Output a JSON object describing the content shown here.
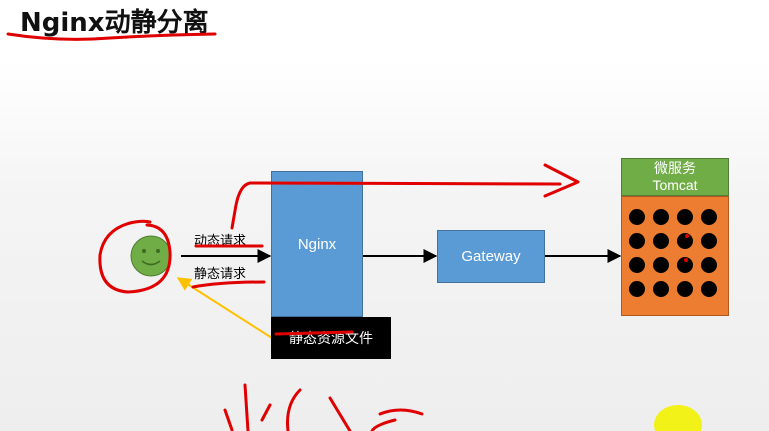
{
  "title": "Nginx动静分离",
  "labels": {
    "dynamic_request": "动态请求",
    "static_request": "静态请求"
  },
  "nodes": {
    "nginx": "Nginx",
    "gateway": "Gateway",
    "static_files": "静态资源文件",
    "microservice_title": "微服务",
    "microservice_subtitle": "Tomcat"
  },
  "colors": {
    "nginx_fill": "#5b9bd5",
    "gateway_fill": "#5b9bd5",
    "microservice_head": "#70ad47",
    "microservice_body": "#ed7d31",
    "user_fill": "#70ad47",
    "annotation_red": "#e00000",
    "annotation_yellow": "#f2e600",
    "static_arrow": "#ffc000"
  },
  "icons": {
    "user": "smiley-face-icon",
    "instances": "instance-dot-icon"
  },
  "microservice_dot_count": 16
}
